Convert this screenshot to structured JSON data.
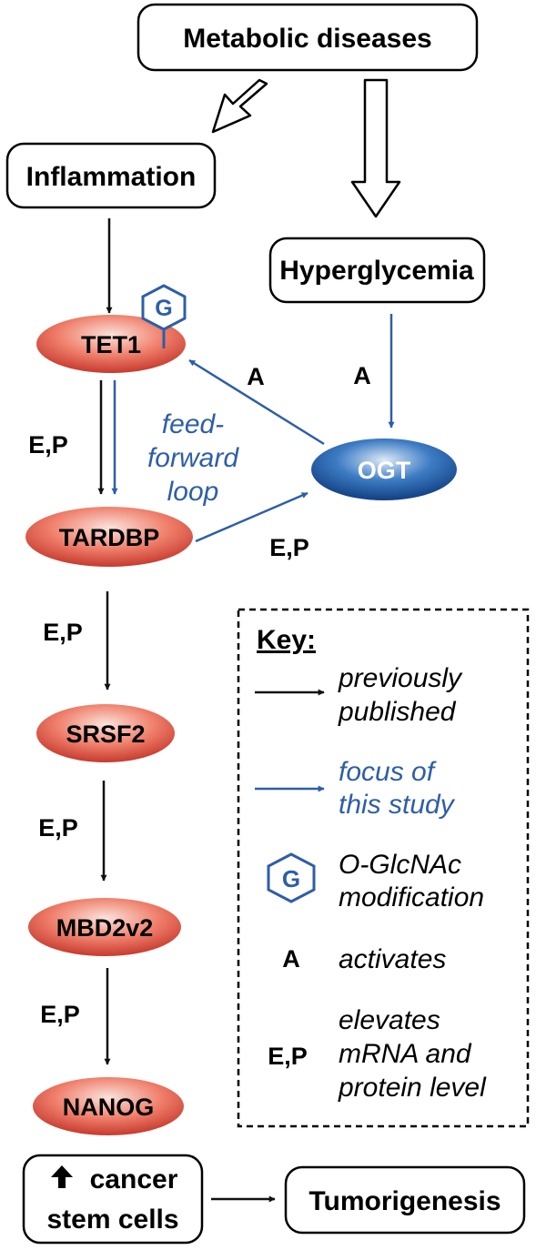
{
  "boxes": {
    "metabolic": "Metabolic diseases",
    "inflammation": "Inflammation",
    "hyperglycemia": "Hyperglycemia",
    "cancer_line1": "cancer",
    "cancer_line2": "stem cells",
    "tumorigenesis": "Tumorigenesis"
  },
  "nodes": {
    "tet1": "TET1",
    "tardbp": "TARDBP",
    "ogt": "OGT",
    "srsf2": "SRSF2",
    "mbd2v2": "MBD2v2",
    "nanog": "NANOG"
  },
  "edge_labels": {
    "ogt_to_tet1": "A",
    "hyper_to_ogt": "A",
    "tet1_to_tardbp": "E,P",
    "tardbp_to_ogt": "E,P",
    "tardbp_to_srsf2": "E,P",
    "srsf2_to_mbd2v2": "E,P",
    "mbd2v2_to_nanog": "E,P"
  },
  "loop_label": [
    "feed-",
    "forward",
    "loop"
  ],
  "glycan_letter": "G",
  "key": {
    "title": "Key:",
    "previously": [
      "previously",
      "published"
    ],
    "focus": [
      "focus of",
      "this study"
    ],
    "glcnac_symbol": "G",
    "glcnac": [
      "O-GlcNAc",
      "modification"
    ],
    "activates_symbol": "A",
    "activates": "activates",
    "elevates_symbol": "E,P",
    "elevates": [
      "elevates",
      "mRNA and",
      "protein level"
    ]
  },
  "colors": {
    "black_arrow": "#111111",
    "blue_arrow": "#2e5ea8",
    "red_node": "#e05a4c",
    "blue_node": "#1c5aa6"
  }
}
